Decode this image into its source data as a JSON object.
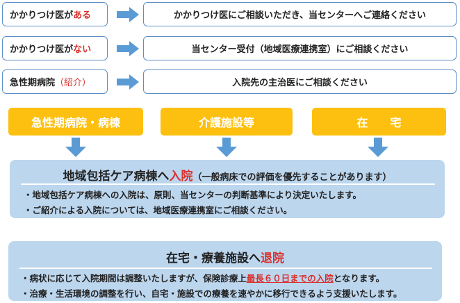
{
  "rows": [
    {
      "left_prefix": "かかりつけ医が",
      "left_highlight": "ある",
      "right": "かかりつけ医にご相談いただき、当センターへご連絡ください"
    },
    {
      "left_prefix": "かかりつけ医が",
      "left_highlight": "ない",
      "right": "当センター受付（地域医療連携室）にご相談ください"
    },
    {
      "left_prefix": "急性期病院",
      "left_highlight": "（紹介）",
      "right": "入院先の主治医にご相談ください"
    }
  ],
  "sources": [
    "急性期病院・病棟",
    "介護施設等",
    "在　　宅"
  ],
  "admission": {
    "title_prefix": "地域包括ケア病棟へ",
    "title_highlight": "入院",
    "title_note": "（一般病床での評価を優先することがあります）",
    "bullets": [
      "・地域包括ケア病棟への入院は、原則、当センターの判断基準により決定いたします。",
      "・ご紹介による入院については、地域医療連携室にご相談ください。"
    ]
  },
  "discharge": {
    "title_prefix": "在宅・療養施設へ",
    "title_highlight": "退院",
    "bullet1_prefix": "・病状に応じて入院期間は調整いたしますが、保険診療上",
    "bullet1_highlight": "最長６０日までの入院",
    "bullet1_suffix": "となります。",
    "bullet2": "・治療・生活環境の調整を行い、自宅・施設での療養を速やかに移行できるよう支援いたします。"
  },
  "colors": {
    "accent_red": "#d9302c",
    "orange": "#fdc010",
    "panel_blue": "#bcd6ee",
    "arrow_blue": "#5b9bd5"
  }
}
